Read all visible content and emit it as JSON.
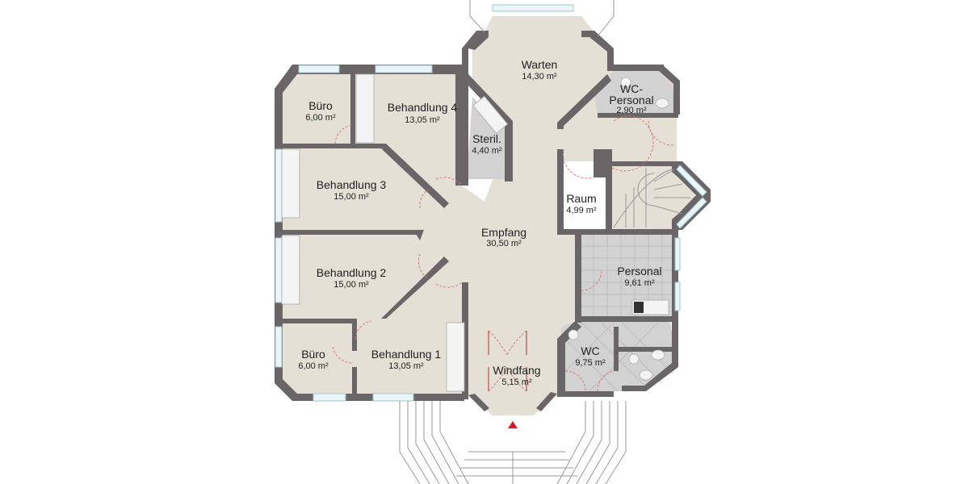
{
  "plan": {
    "title": "Floor plan",
    "colors": {
      "floor": "#e4e0d6",
      "wall": "#6a6566",
      "tile": "#d2d2d2",
      "window": "#eaf5f7",
      "door": "#d77a7a",
      "entrance_marker": "#c8202a"
    },
    "rooms": [
      {
        "id": "buero-top",
        "name": "Büro",
        "area": "6,00 m²"
      },
      {
        "id": "behandlung-4",
        "name": "Behandlung 4",
        "area": "13,05 m²"
      },
      {
        "id": "warten",
        "name": "Warten",
        "area": "14,30 m²"
      },
      {
        "id": "wc-personal",
        "name": "WC-",
        "name2": "Personal",
        "area": "2,90 m²"
      },
      {
        "id": "steril",
        "name": "Steril.",
        "area": "4,40 m²"
      },
      {
        "id": "behandlung-3",
        "name": "Behandlung 3",
        "area": "15,00 m²"
      },
      {
        "id": "raum",
        "name": "Raum",
        "area": "4,99 m²"
      },
      {
        "id": "empfang",
        "name": "Empfang",
        "area": "30,50 m²"
      },
      {
        "id": "personal",
        "name": "Personal",
        "area": "9,61 m²"
      },
      {
        "id": "behandlung-2",
        "name": "Behandlung 2",
        "area": "15,00 m²"
      },
      {
        "id": "buero-bottom",
        "name": "Büro",
        "area": "6,00 m²"
      },
      {
        "id": "behandlung-1",
        "name": "Behandlung 1",
        "area": "13,05 m²"
      },
      {
        "id": "wc",
        "name": "WC",
        "area": "9,75 m²"
      },
      {
        "id": "windfang",
        "name": "Windfang",
        "area": "5,15 m²"
      }
    ],
    "entrance_marker": "north-arrow"
  }
}
